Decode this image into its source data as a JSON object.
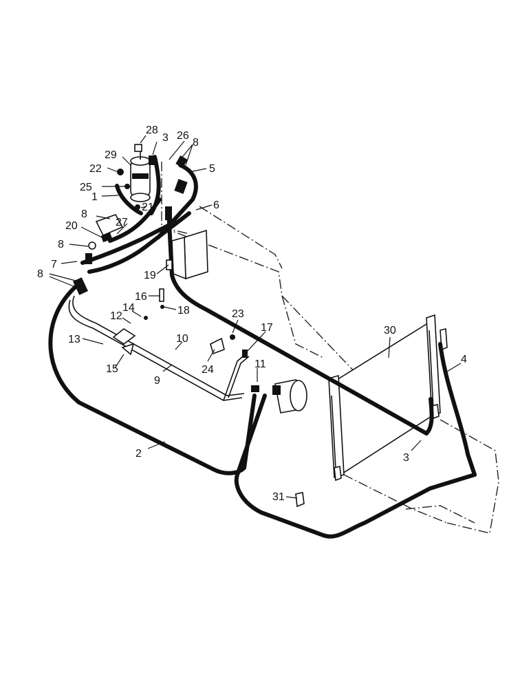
{
  "callouts": {
    "c1": "1",
    "c2": "2",
    "c3a": "3",
    "c3b": "3",
    "c4": "4",
    "c5": "5",
    "c6": "6",
    "c7": "7",
    "c8a": "8",
    "c8b": "8",
    "c8c": "8",
    "c8d": "8",
    "c9": "9",
    "c10": "10",
    "c11": "11",
    "c12": "12",
    "c13": "13",
    "c14": "14",
    "c15": "15",
    "c16": "16",
    "c17": "17",
    "c18": "18",
    "c19": "19",
    "c20": "20",
    "c21": "21",
    "c22": "22",
    "c23": "23",
    "c24": "24",
    "c25": "25",
    "c26": "26",
    "c27": "27",
    "c28": "28",
    "c29": "29",
    "c30": "30",
    "c31": "31"
  }
}
